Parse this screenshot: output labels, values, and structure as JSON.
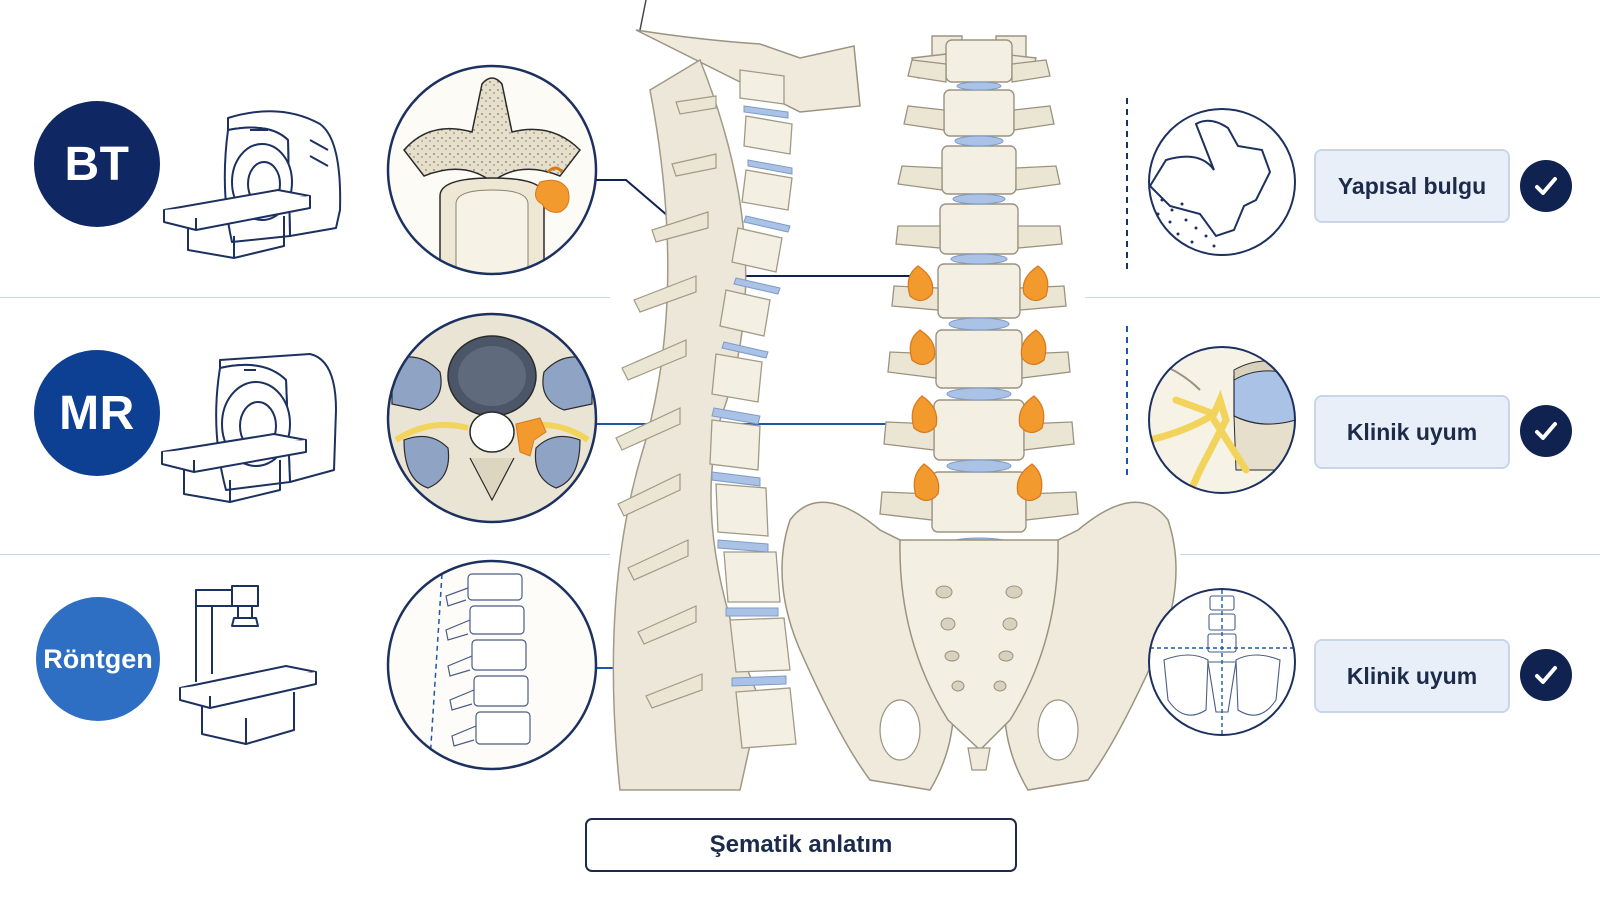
{
  "modalities": [
    {
      "label": "BT",
      "color": "#0f2763"
    },
    {
      "label": "MR",
      "color": "#0d3f92"
    },
    {
      "label": "Röntgen",
      "color": "#2e6fc4"
    }
  ],
  "findings": [
    {
      "label": "Yapısal bulgu",
      "status": "check-icon"
    },
    {
      "label": "Klinik uyum",
      "status": "check-icon"
    },
    {
      "label": "Klinik uyum",
      "status": "check-icon"
    }
  ],
  "footer": {
    "label": "Şematik anlatım"
  },
  "colors": {
    "navy": "#0f2250",
    "highlight_orange": "#f29a2e",
    "disc_blue": "#a9c2e6",
    "bone": "#efeadc",
    "nerve_yellow": "#f2d45c"
  }
}
